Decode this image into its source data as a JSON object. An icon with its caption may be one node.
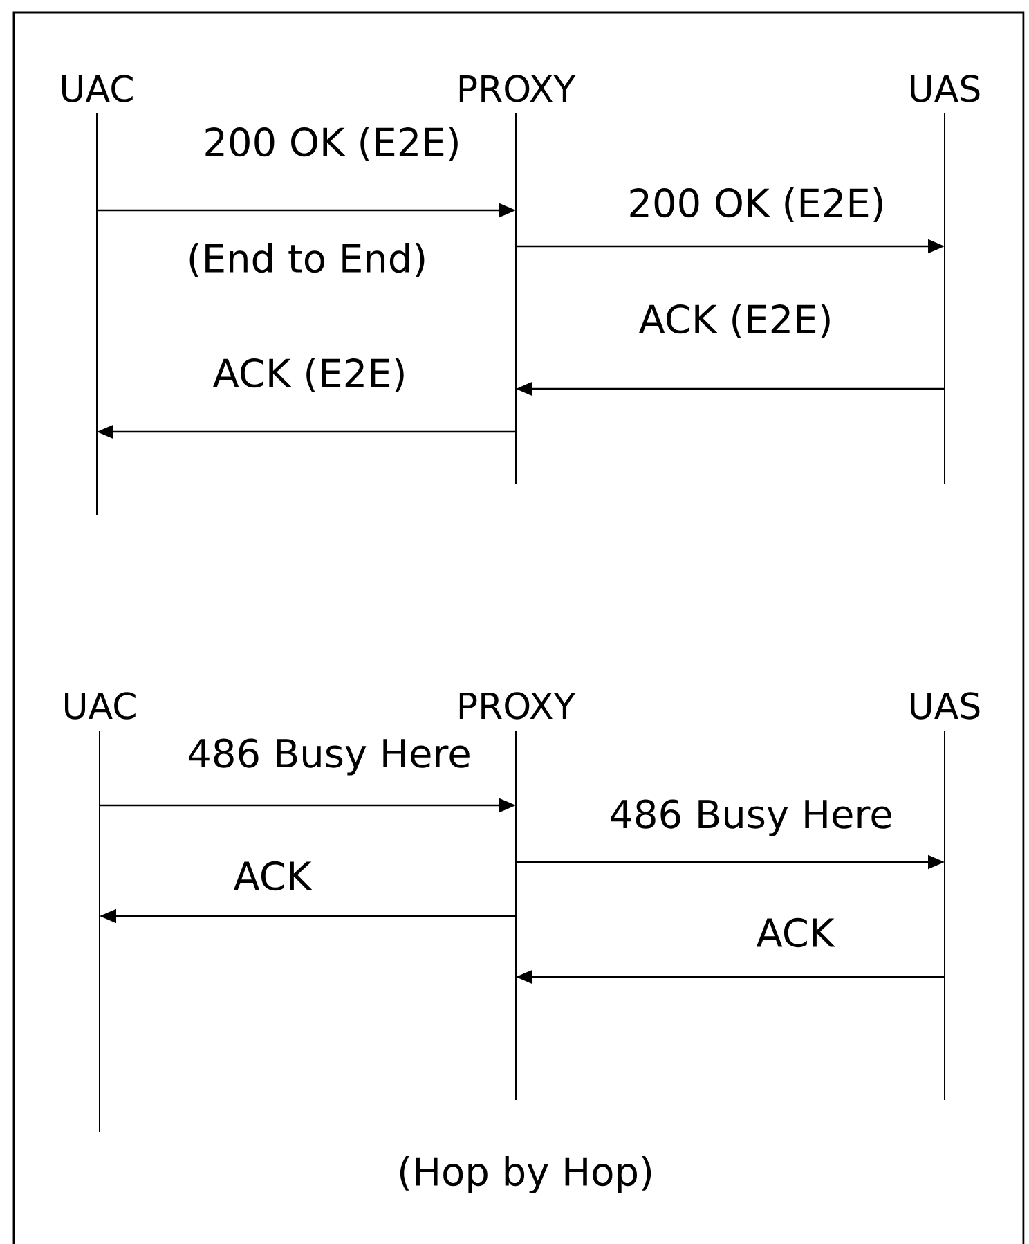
{
  "diagram": {
    "nodes": [
      {
        "text": [
          "UAC"
        ]
      },
      {
        "text": [
          "PROXY"
        ]
      },
      {
        "text": [
          "UAS"
        ]
      },
      {
        "text": [
          "UAC"
        ]
      },
      {
        "text": [
          "PROXY"
        ]
      },
      {
        "text": [
          "UAS"
        ]
      }
    ],
    "edges": [
      {
        "from": 0,
        "to": 1,
        "arrow": "to",
        "label": "200 OK (E2E)"
      },
      {
        "from": 1,
        "to": 2,
        "arrow": "to",
        "label": "200 OK (E2E)"
      },
      {
        "from": 2,
        "to": 1,
        "arrow": "to",
        "label": "ACK (E2E)"
      },
      {
        "from": 1,
        "to": 0,
        "arrow": "to",
        "label": "ACK (E2E)"
      },
      {
        "from": 3,
        "to": 4,
        "arrow": "to",
        "label": "486 Busy Here"
      },
      {
        "from": 4,
        "to": 5,
        "arrow": "to",
        "label": "486 Busy Here"
      },
      {
        "from": 4,
        "to": 3,
        "arrow": "to",
        "label": "ACK"
      },
      {
        "from": 5,
        "to": 4,
        "arrow": "to",
        "label": "ACK"
      }
    ],
    "labels": [
      "(End to End)",
      "(Hop by Hop)"
    ]
  }
}
